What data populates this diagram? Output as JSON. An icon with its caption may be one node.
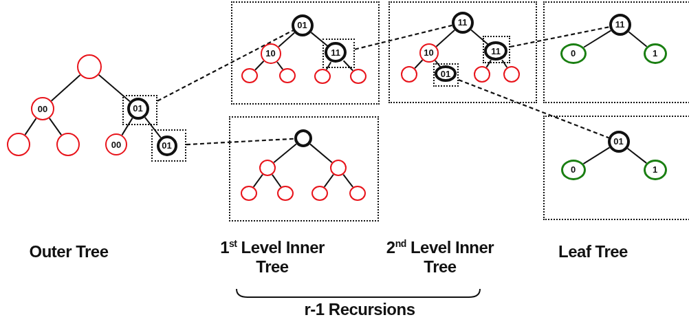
{
  "diagram": {
    "nodes": [
      {
        "text": [],
        "shape": "circle"
      },
      {
        "text": [
          "00"
        ]
      },
      {
        "text": [],
        "shape": "box"
      },
      {
        "text": [
          "01"
        ],
        "in": 2
      },
      {
        "text": [],
        "shape": "circle"
      },
      {
        "text": [],
        "shape": "circle"
      },
      {
        "text": [
          "00"
        ]
      },
      {
        "text": [],
        "shape": "box"
      },
      {
        "text": [
          "01"
        ],
        "in": 7
      },
      {
        "text": [],
        "shape": "box"
      },
      {
        "text": [
          "01"
        ],
        "in": 9
      },
      {
        "text": [
          "10"
        ],
        "in": 9
      },
      {
        "text": [],
        "shape": "box",
        "in": 9
      },
      {
        "text": [
          "11"
        ],
        "in": 12
      },
      {
        "text": [],
        "shape": "circle",
        "in": 9
      },
      {
        "text": [],
        "shape": "circle",
        "in": 9
      },
      {
        "text": [],
        "shape": "circle",
        "in": 9
      },
      {
        "text": [],
        "shape": "circle",
        "in": 9
      },
      {
        "text": [],
        "shape": "box"
      },
      {
        "text": [
          "11"
        ],
        "in": 18
      },
      {
        "text": [
          "10"
        ],
        "in": 18
      },
      {
        "text": [],
        "shape": "box",
        "in": 18
      },
      {
        "text": [
          "11"
        ],
        "in": 21
      },
      {
        "text": [],
        "shape": "circle",
        "in": 18
      },
      {
        "text": [],
        "shape": "box",
        "in": 18
      },
      {
        "text": [
          "01"
        ],
        "in": 24
      },
      {
        "text": [],
        "shape": "circle",
        "in": 18
      },
      {
        "text": [],
        "shape": "circle",
        "in": 18
      },
      {
        "text": [],
        "shape": "box"
      },
      {
        "text": [
          "11"
        ],
        "in": 28
      },
      {
        "text": [
          "0"
        ],
        "in": 28
      },
      {
        "text": [
          "1"
        ],
        "in": 28
      },
      {
        "text": [],
        "shape": "box"
      },
      {
        "text": [],
        "shape": "circle",
        "in": 32
      },
      {
        "text": [],
        "shape": "circle",
        "in": 32
      },
      {
        "text": [],
        "shape": "circle",
        "in": 32
      },
      {
        "text": [],
        "shape": "circle",
        "in": 32
      },
      {
        "text": [],
        "shape": "circle",
        "in": 32
      },
      {
        "text": [],
        "shape": "circle",
        "in": 32
      },
      {
        "text": [],
        "shape": "circle",
        "in": 32
      },
      {
        "text": [],
        "shape": "box"
      },
      {
        "text": [
          "01"
        ],
        "in": 40
      },
      {
        "text": [
          "0"
        ],
        "in": 40
      },
      {
        "text": [
          "1"
        ],
        "in": 40
      }
    ],
    "edges": [
      {
        "from": 0,
        "to": 1,
        "arrow": "none"
      },
      {
        "from": 0,
        "to": 3,
        "arrow": "none"
      },
      {
        "from": 1,
        "to": 4,
        "arrow": "none"
      },
      {
        "from": 1,
        "to": 5,
        "arrow": "none"
      },
      {
        "from": 3,
        "to": 6,
        "arrow": "none"
      },
      {
        "from": 3,
        "to": 8,
        "arrow": "none"
      },
      {
        "from": 10,
        "to": 11,
        "arrow": "none"
      },
      {
        "from": 10,
        "to": 13,
        "arrow": "none"
      },
      {
        "from": 11,
        "to": 14,
        "arrow": "none"
      },
      {
        "from": 11,
        "to": 15,
        "arrow": "none"
      },
      {
        "from": 13,
        "to": 16,
        "arrow": "none"
      },
      {
        "from": 13,
        "to": 17,
        "arrow": "none"
      },
      {
        "from": 19,
        "to": 20,
        "arrow": "none"
      },
      {
        "from": 19,
        "to": 22,
        "arrow": "none"
      },
      {
        "from": 20,
        "to": 23,
        "arrow": "none"
      },
      {
        "from": 20,
        "to": 25,
        "arrow": "none"
      },
      {
        "from": 22,
        "to": 26,
        "arrow": "none"
      },
      {
        "from": 22,
        "to": 27,
        "arrow": "none"
      },
      {
        "from": 29,
        "to": 30,
        "arrow": "none"
      },
      {
        "from": 29,
        "to": 31,
        "arrow": "none"
      },
      {
        "from": 33,
        "to": 34,
        "arrow": "none"
      },
      {
        "from": 33,
        "to": 35,
        "arrow": "none"
      },
      {
        "from": 34,
        "to": 36,
        "arrow": "none"
      },
      {
        "from": 34,
        "to": 37,
        "arrow": "none"
      },
      {
        "from": 35,
        "to": 38,
        "arrow": "none"
      },
      {
        "from": 35,
        "to": 39,
        "arrow": "none"
      },
      {
        "from": 41,
        "to": 42,
        "arrow": "none"
      },
      {
        "from": 41,
        "to": 43,
        "arrow": "none"
      },
      {
        "from": 2,
        "to": 10,
        "arrow": "none",
        "style": "dashed"
      },
      {
        "from": 7,
        "to": 33,
        "arrow": "none",
        "style": "dashed"
      },
      {
        "from": 12,
        "to": 19,
        "arrow": "none",
        "style": "dashed"
      },
      {
        "from": 21,
        "to": 29,
        "arrow": "none",
        "style": "dashed"
      },
      {
        "from": 24,
        "to": 41,
        "arrow": "none",
        "style": "dashed"
      }
    ],
    "labels": [
      "Outer Tree",
      "1$^{st}$ Level Inner Tree",
      "2$^{nd}$ Level Inner Tree",
      "Leaf Tree",
      "r-1 Recursions"
    ]
  }
}
